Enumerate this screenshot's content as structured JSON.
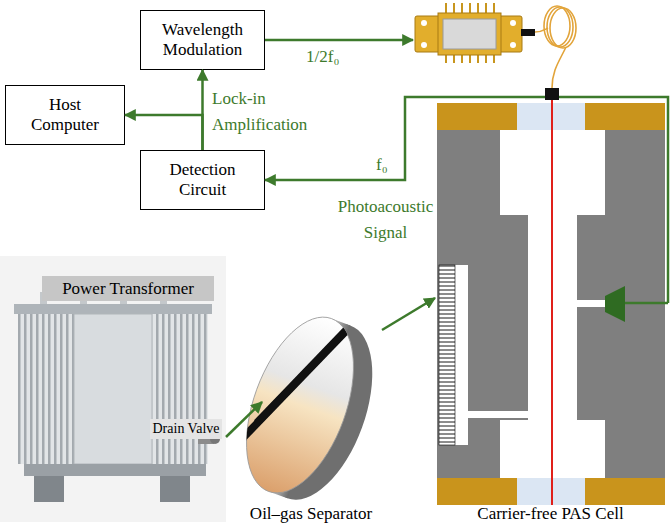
{
  "diagram": {
    "nodes": [
      {
        "text": [
          "Wavelength Modulation"
        ]
      },
      {
        "text": [
          "Host Computer"
        ]
      },
      {
        "text": [
          "Detection Circuit"
        ]
      },
      {
        "text": [
          "Power Transformer",
          "Drain Valve"
        ]
      },
      {
        "text": [
          "Oil–gas Separator"
        ]
      },
      {
        "text": [
          "Carrier-free PAS Cell"
        ]
      }
    ],
    "edges": [
      {
        "from": 2,
        "to": 0,
        "arrow": "to",
        "label": "Lock-in Amplification"
      },
      {
        "from": 2,
        "to": 1,
        "arrow": "to"
      },
      {
        "from": 5,
        "to": 2,
        "arrow": "to",
        "label": "f₀"
      },
      {
        "from": 3,
        "to": 4,
        "arrow": "to"
      },
      {
        "from": 4,
        "to": 5,
        "arrow": "to"
      }
    ],
    "labels": [
      "1/2f₀",
      "Photoacoustic Signal"
    ]
  }
}
